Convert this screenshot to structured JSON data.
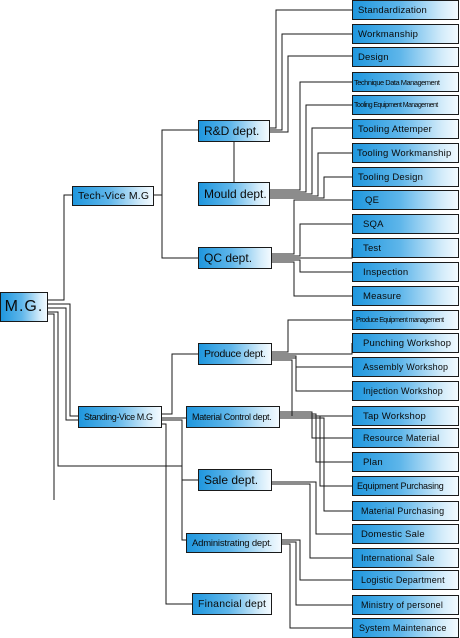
{
  "root": {
    "label": "M.G."
  },
  "vice": {
    "tech": "Tech-Vice M.G",
    "standing": "Standing-Vice M.G"
  },
  "depts": {
    "rd": "R&D dept.",
    "mould": "Mould dept.",
    "qc": "QC dept.",
    "produce": "Produce dept.",
    "material_control": "Material Control dept.",
    "sale": "Sale dept.",
    "admin": "Administrating dept.",
    "financial": "Financial dept"
  },
  "units": [
    "Standardization",
    "Workmanship",
    "Design",
    "Technique Data Management",
    "Tooling Equipment Management",
    "Tooling Attemper",
    "Tooling Workmanship",
    "Tooling Design",
    "QE",
    "SQA",
    "Test",
    "Inspection",
    "Measure",
    "Produce Equipment management",
    "Punching Workshop",
    "Assembly Workshop",
    "Injection Workshop",
    "Tap Workshop",
    "Resource Material",
    "Plan",
    "Equipment Purchasing",
    "Material Purchasing",
    "Domestic Sale",
    "International Sale",
    "Logistic Department",
    "Ministry of personel",
    "System Maintenance"
  ]
}
